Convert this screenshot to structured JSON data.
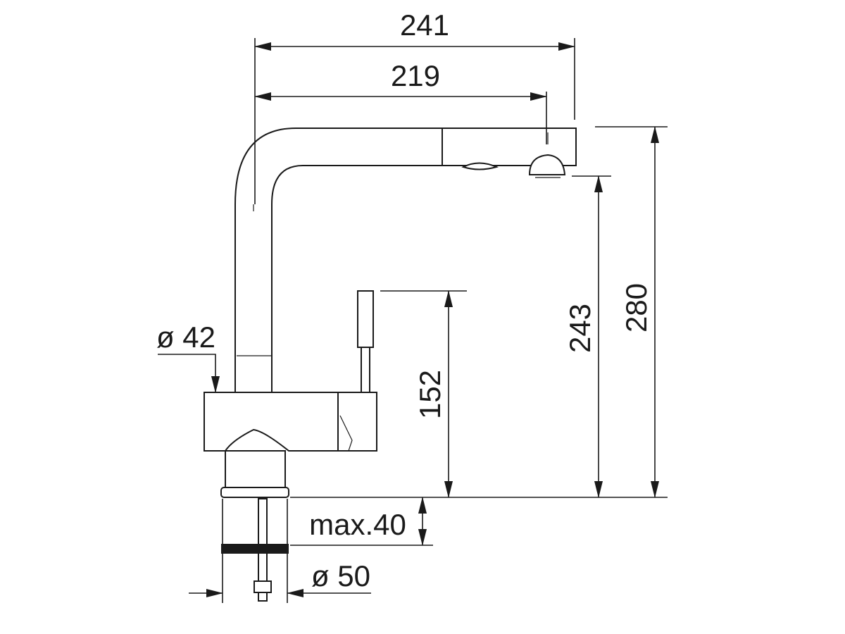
{
  "dimensions": {
    "overall_reach": "241",
    "spout_reach": "219",
    "overall_height": "280",
    "spout_height": "243",
    "lever_height": "152",
    "body_diameter": "ø 42",
    "hole_diameter": "ø 50",
    "max_thickness": "max.40"
  },
  "colors": {
    "line": "#1a1a1a",
    "background": "#ffffff"
  }
}
